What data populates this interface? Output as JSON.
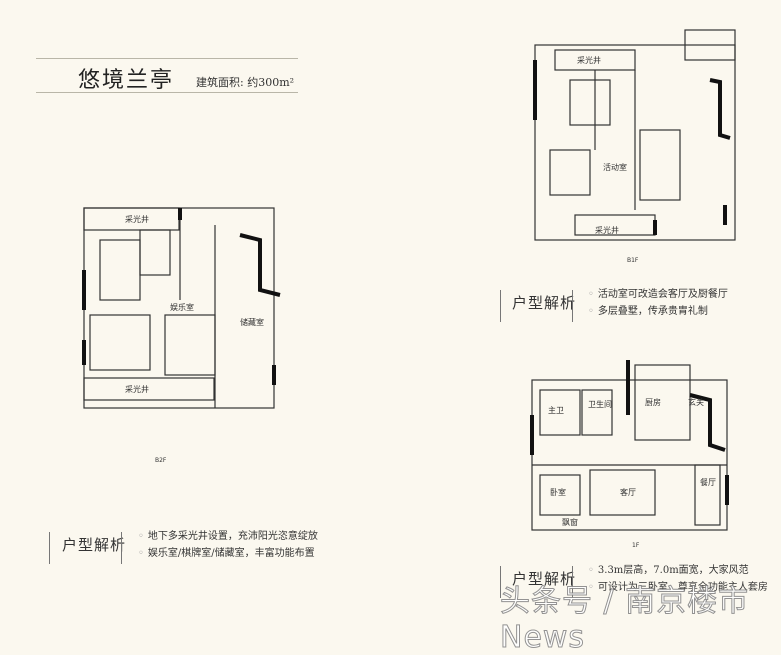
{
  "header": {
    "title": "悠境兰亭",
    "area": "建筑面积: 约300m²"
  },
  "plans": {
    "b2f": {
      "level": "B2F",
      "rooms": [
        "采光井",
        "娱乐室",
        "储藏室",
        "采光井"
      ]
    },
    "b1f": {
      "level": "B1F",
      "rooms": [
        "采光井",
        "活动室",
        "采光井"
      ]
    },
    "f1": {
      "level": "1F",
      "rooms": [
        "主卫",
        "卫生间",
        "厨房",
        "玄关",
        "卧室",
        "客厅",
        "餐厅",
        "飘窗"
      ]
    }
  },
  "analysis": {
    "heading": "户型解析",
    "b2f": [
      "地下多采光井设置，充沛阳光恣意绽放",
      "娱乐室/棋牌室/储藏室，丰富功能布置"
    ],
    "b1f": [
      "活动室可改造会客厅及厨餐厅",
      "多层叠墅，传承贵胄礼制"
    ],
    "f1": [
      "3.3m层高，7.0m面宽，大家风范",
      "可设计为三卧室，尊享全功能主人套房"
    ]
  },
  "watermark": "头条号 / 南京楼市News"
}
